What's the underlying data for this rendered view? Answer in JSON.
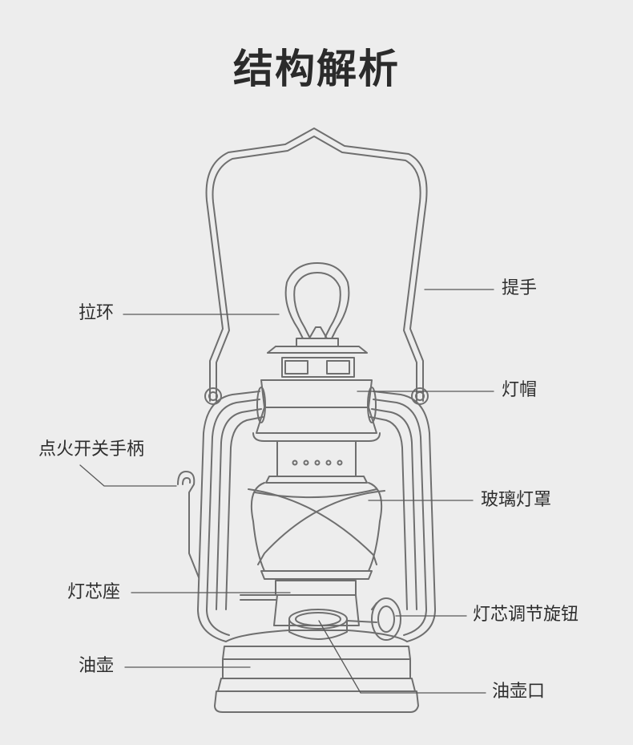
{
  "title": "结构解析",
  "labels": {
    "handle": "提手",
    "pull_ring": "拉环",
    "cap": "灯帽",
    "ignition_lever": "点火开关手柄",
    "glass_globe": "玻璃灯罩",
    "wick_base": "灯芯座",
    "wick_knob": "灯芯调节旋钮",
    "fuel_tank": "油壶",
    "fuel_cap": "油壶口"
  },
  "colors": {
    "background": "#ededed",
    "line": "#6f6f6f",
    "text": "#2e2e2e"
  }
}
